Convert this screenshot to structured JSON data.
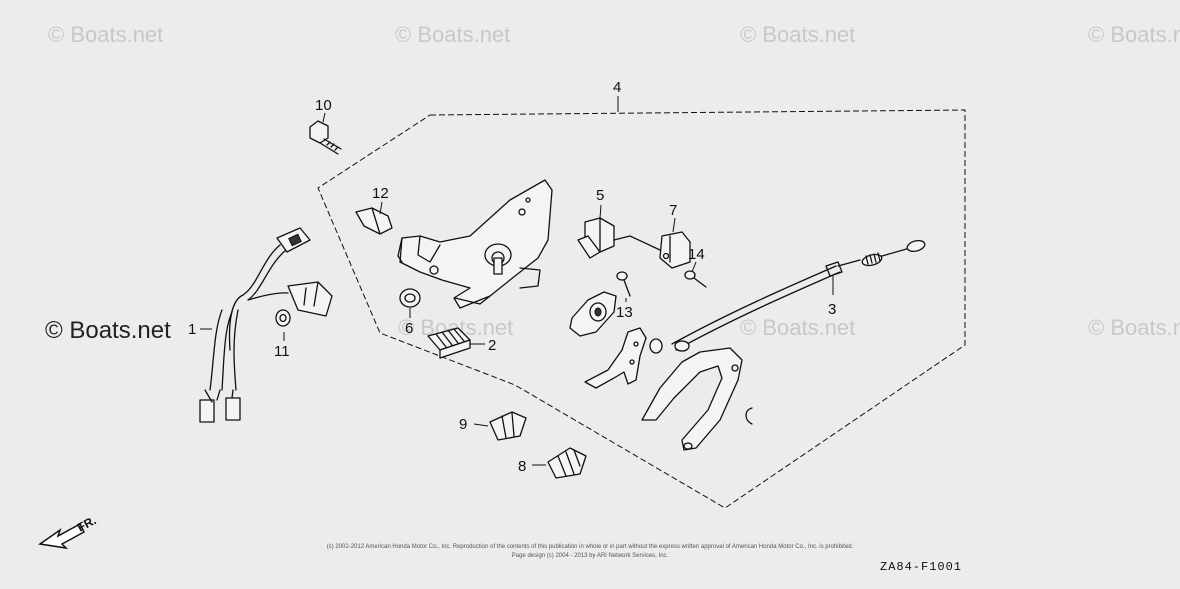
{
  "watermarks": {
    "small": "© Boats.net",
    "large": "© Boats.net"
  },
  "callouts": {
    "c1": "1",
    "c2": "2",
    "c3": "3",
    "c4": "4",
    "c5": "5",
    "c6": "6",
    "c7": "7",
    "c8": "8",
    "c9": "9",
    "c10": "10",
    "c11": "11",
    "c12": "12",
    "c13": "13",
    "c14": "14"
  },
  "direction_label": "FR.",
  "copyright_line1": "(c) 2002-2012 American Honda Motor Co., Inc. Reproduction of the contents of this publication in whole or in part without the express written approval of American Honda Motor Co., Inc. is prohibited.",
  "copyright_line2": "Page design (c) 2004 - 2013 by ARI Network Services, Inc.",
  "diagram_code": "ZA84-F1001",
  "colors": {
    "background": "#ececec",
    "line": "#111111",
    "watermark": "#c8c8c8"
  }
}
